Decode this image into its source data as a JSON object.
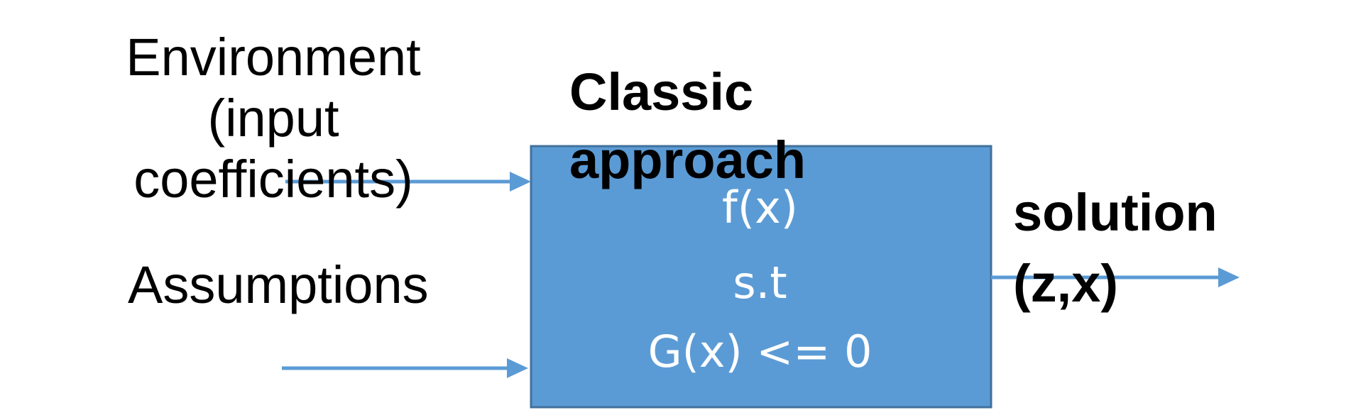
{
  "colors": {
    "box_fill": "#5b9bd5",
    "box_border": "#41719c",
    "arrow": "#5b9bd5",
    "label_text": "#000000",
    "box_text": "#ffffff"
  },
  "inputs": {
    "environment_lines": [
      "Environment",
      "(input",
      "coefficients)"
    ],
    "assumptions": "Assumptions"
  },
  "model": {
    "title_lines": [
      "Classic",
      "approach"
    ],
    "objective": "f(x)",
    "subject_to": "s.t",
    "constraint": "G(x) <= 0"
  },
  "output": {
    "lines": [
      "solution",
      "(z,x)"
    ]
  }
}
